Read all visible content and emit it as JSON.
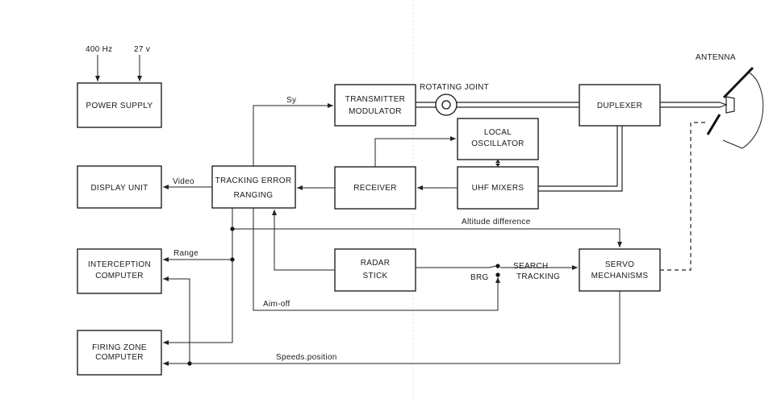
{
  "inputs": {
    "freq": "400 Hz",
    "voltage": "27 v"
  },
  "blocks": {
    "power_supply": "POWER SUPPLY",
    "display_unit": "DISPLAY UNIT",
    "interception_1": "INTERCEPTION",
    "interception_2": "COMPUTER",
    "firing_1": "FIRING ZONE",
    "firing_2": "COMPUTER",
    "tracking_1": "TRACKING ERROR",
    "tracking_2": "RANGING",
    "transmitter_1": "TRANSMITTER",
    "transmitter_2": "MODULATOR",
    "receiver": "RECEIVER",
    "radar_1": "RADAR",
    "radar_2": "STICK",
    "local_1": "LOCAL",
    "local_2": "OSCILLATOR",
    "uhf": "UHF MIXERS",
    "duplexer": "DUPLEXER",
    "servo_1": "SERVO",
    "servo_2": "MECHANISMS"
  },
  "labels": {
    "sy": "Sy",
    "rotating_joint": "ROTATING  JOINT",
    "antenna": "ANTENNA",
    "video": "Video",
    "range": "Range",
    "altitude": "Altitude  difference",
    "search": "SEARCH",
    "tracking": "TRACKING",
    "brg": "BRG",
    "aim_off": "Aim-off",
    "speeds": "Speeds.position"
  }
}
